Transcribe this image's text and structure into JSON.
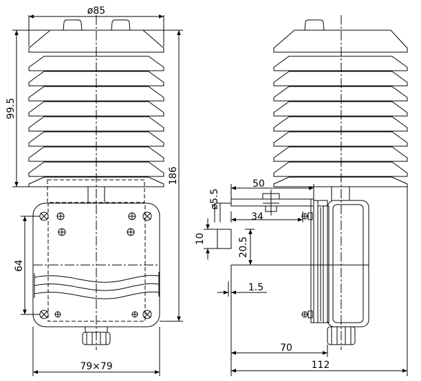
{
  "front_view": {
    "dims": {
      "top_diameter": "ø85",
      "shield_height": "99.5",
      "total_height": "186",
      "mount_hole_spacing": "64",
      "box_size": "79×79"
    }
  },
  "side_view": {
    "dims": {
      "hole_diameter": "ø5.5",
      "bracket_length": "50",
      "bracket_inner": "34",
      "slot_height": "10",
      "offset_height": "20.5",
      "plate_thickness": "1.5",
      "to_box_depth": "70",
      "total_depth": "112"
    }
  },
  "colors": {
    "line": "#000000",
    "background": "#ffffff"
  }
}
